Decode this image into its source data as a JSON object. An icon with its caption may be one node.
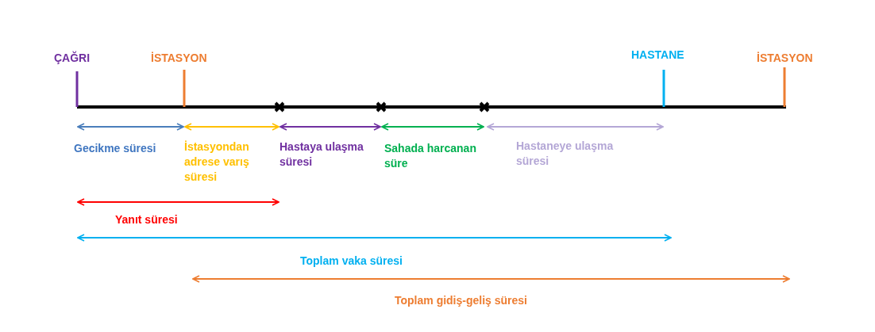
{
  "diagram": {
    "labels": [
      "ÇAĞRI",
      "İSTASYON",
      "HASTANE",
      "İSTASYON",
      "Gecikme süresi",
      "İstasyondan adrese varış süresi",
      "Hastaya ulaşma süresi",
      "Sahada harcanan süre",
      "Hastaneye ulaşma süresi",
      "Yanıt süresi",
      "Toplam vaka süresi",
      "Toplam gidiş-geliş süresi"
    ]
  }
}
